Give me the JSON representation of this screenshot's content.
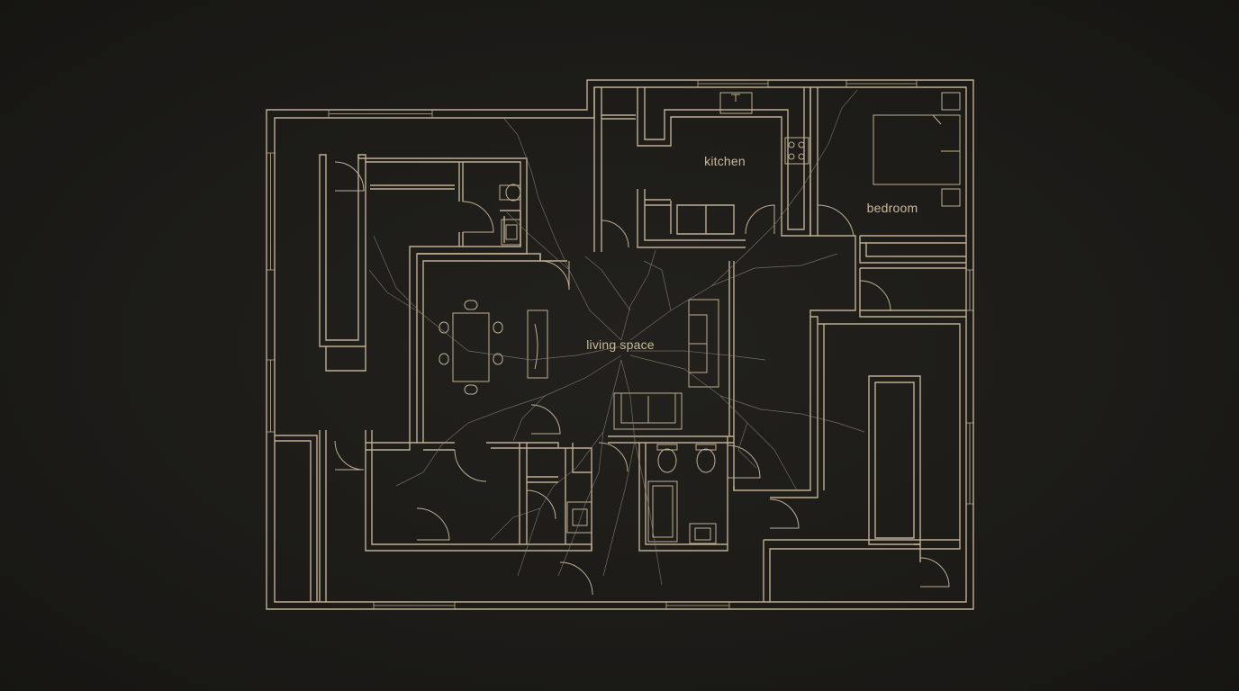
{
  "colors": {
    "background": "#1e1d1a",
    "line": "#bfae92",
    "label": "#c9b99c",
    "crack": "#8f8675"
  },
  "rooms": {
    "kitchen": "kitchen",
    "bedroom": "bedroom",
    "living": "living space"
  }
}
